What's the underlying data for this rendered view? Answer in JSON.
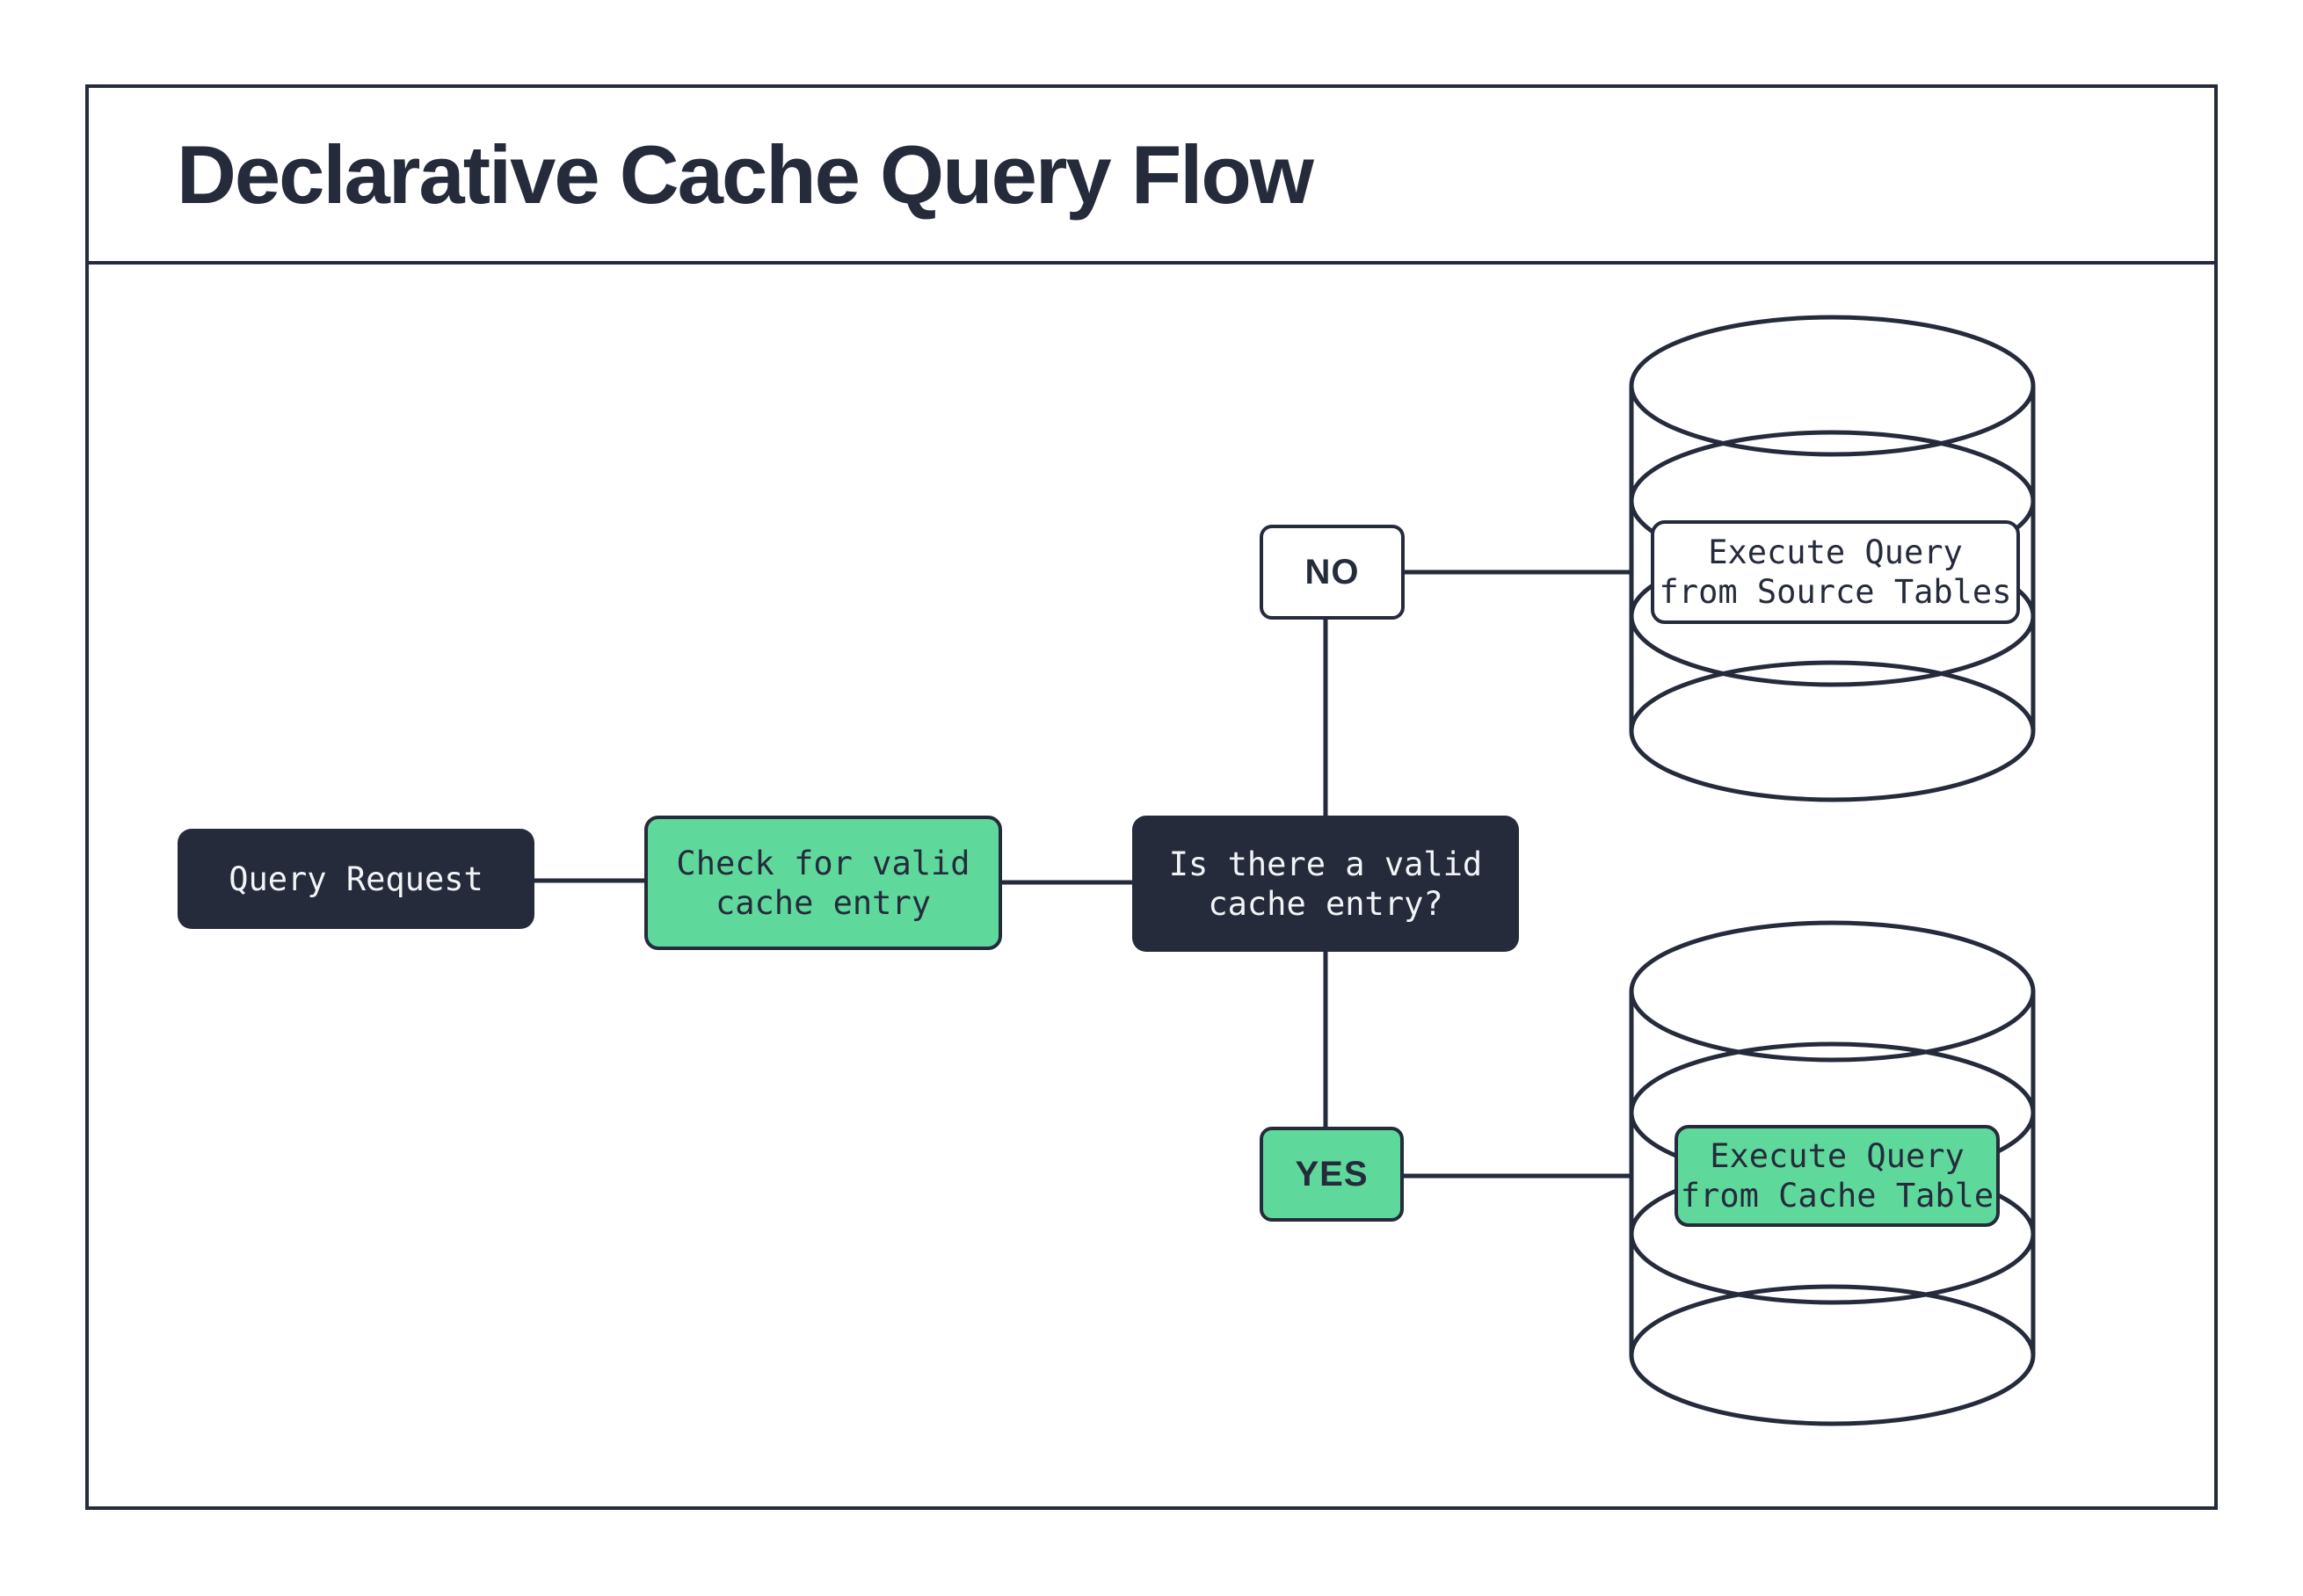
{
  "title": "Declarative Cache Query Flow",
  "nodes": {
    "query_request": {
      "label": "Query Request"
    },
    "check_cache": {
      "line1": "Check for valid",
      "line2": "cache entry"
    },
    "decision": {
      "line1": "Is there a valid",
      "line2": "cache entry?"
    },
    "branch_no": {
      "label": "NO"
    },
    "branch_yes": {
      "label": "YES"
    },
    "source_db": {
      "line1": "Execute Query",
      "line2": "from Source Tables"
    },
    "cache_db": {
      "line1": "Execute Query",
      "line2": "from Cache Table"
    }
  },
  "colors": {
    "dark_navy": "#252b3b",
    "green": "#5fd89c",
    "light_text": "#f2f4f7",
    "background": "#ffffff"
  }
}
